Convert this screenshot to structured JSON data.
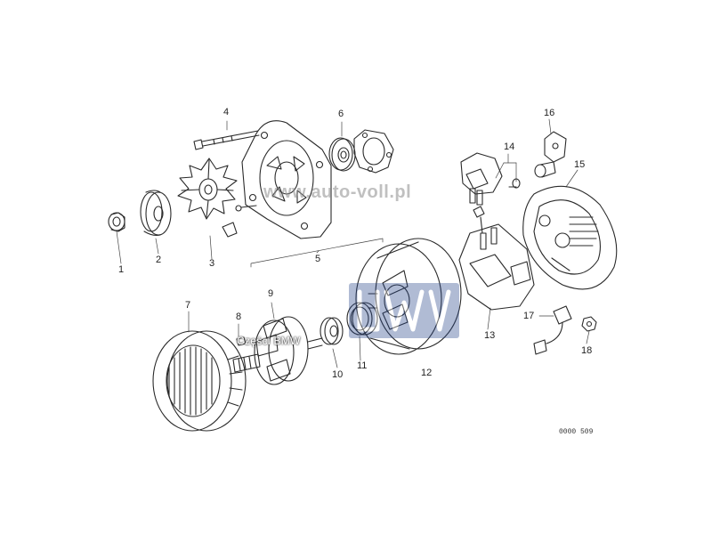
{
  "watermarks": {
    "url": "www.auto-voll.pl",
    "brand": "Części BMW"
  },
  "drawing_id": "0000 509",
  "callouts": [
    "1",
    "2",
    "3",
    "4",
    "5",
    "6",
    "7",
    "8",
    "9",
    "10",
    "11",
    "12",
    "13",
    "14",
    "15",
    "16",
    "17",
    "18"
  ],
  "colors": {
    "line": "#2a2a2a",
    "shade": "#cfcfcf",
    "logo": "#1f3f86"
  }
}
